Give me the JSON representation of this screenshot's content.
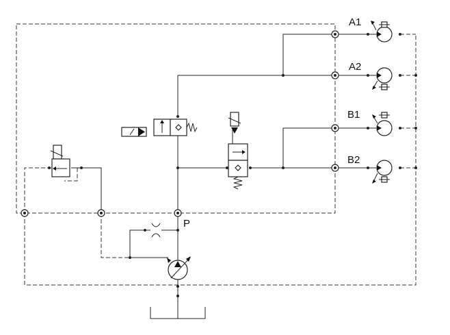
{
  "diagram": {
    "ports": {
      "a1": "A1",
      "a2": "A2",
      "b1": "B1",
      "b2": "B2",
      "p": "P"
    }
  }
}
